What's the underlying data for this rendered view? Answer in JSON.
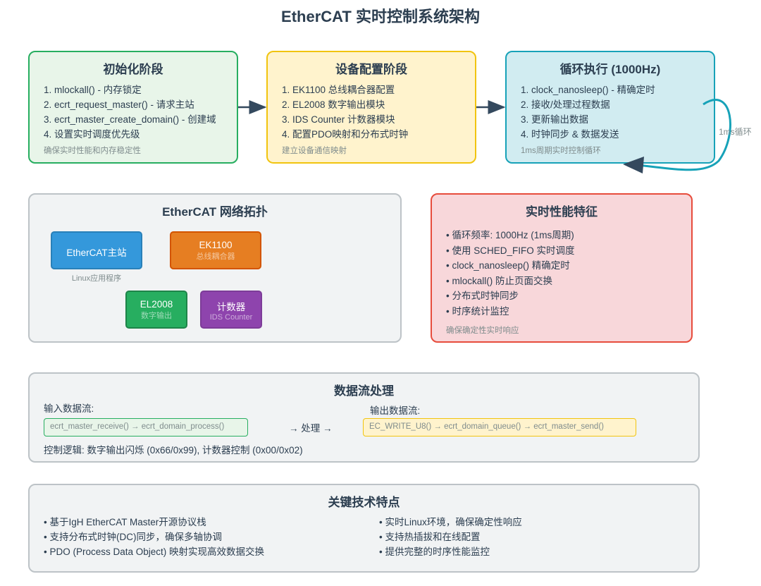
{
  "title": "EtherCAT 实时控制系统架构",
  "stages": {
    "init": {
      "title": "初始化阶段",
      "items": [
        "1. mlockall() - 内存锁定",
        "2. ecrt_request_master() - 请求主站",
        "3. ecrt_master_create_domain() - 创建域",
        "4. 设置实时调度优先级"
      ],
      "note": "确保实时性能和内存稳定性"
    },
    "config": {
      "title": "设备配置阶段",
      "items": [
        "1. EK1100 总线耦合器配置",
        "2. EL2008 数字输出模块",
        "3. IDS Counter 计数器模块",
        "4. 配置PDO映射和分布式时钟"
      ],
      "note": "建立设备通信映射"
    },
    "loop": {
      "title": "循环执行 (1000Hz)",
      "items": [
        "1. clock_nanosleep() - 精确定时",
        "2. 接收/处理过程数据",
        "3. 更新输出数据",
        "4. 时钟同步 & 数据发送"
      ],
      "note": "1ms周期实时控制循环",
      "loop_label": "1ms循环"
    }
  },
  "topology": {
    "title": "EtherCAT 网络拓扑",
    "master": {
      "name": "EtherCAT主站",
      "caption": "Linux应用程序"
    },
    "coupler": {
      "name": "EK1100",
      "sub": "总线耦合器"
    },
    "output": {
      "name": "EL2008",
      "sub": "数字输出"
    },
    "counter": {
      "name": "计数器",
      "sub": "IDS Counter"
    }
  },
  "performance": {
    "title": "实时性能特征",
    "items": [
      "• 循环频率: 1000Hz (1ms周期)",
      "• 使用 SCHED_FIFO 实时调度",
      "• clock_nanosleep() 精确定时",
      "• mlockall() 防止页面交换",
      "• 分布式时钟同步",
      "• 时序统计监控"
    ],
    "note": "确保确定性实时响应"
  },
  "dataflow": {
    "title": "数据流处理",
    "input_label": "输入数据流:",
    "input_code": "ecrt_master_receive() → ecrt_domain_process()",
    "process_label": "→ 处理 →",
    "output_label": "输出数据流:",
    "output_code": "EC_WRITE_U8() → ecrt_domain_queue() → ecrt_master_send()",
    "control_logic": "控制逻辑: 数字输出闪烁 (0x66/0x99), 计数器控制 (0x00/0x02)"
  },
  "features": {
    "title": "关键技术特点",
    "left": [
      "• 基于IgH EtherCAT Master开源协议栈",
      "• 支持分布式时钟(DC)同步，确保多轴协调",
      "• PDO (Process Data Object) 映射实现高效数据交换"
    ],
    "right": [
      "• 实时Linux环境，确保确定性响应",
      "• 支持热插拔和在线配置",
      "• 提供完整的时序性能监控"
    ]
  },
  "colors": {
    "init_border": "#27ae60",
    "config_border": "#f1c40f",
    "loop_border": "#17a2b8",
    "perf_border": "#e74c3c",
    "neutral_border": "#bdc3c7",
    "arrow": "#34495e"
  }
}
